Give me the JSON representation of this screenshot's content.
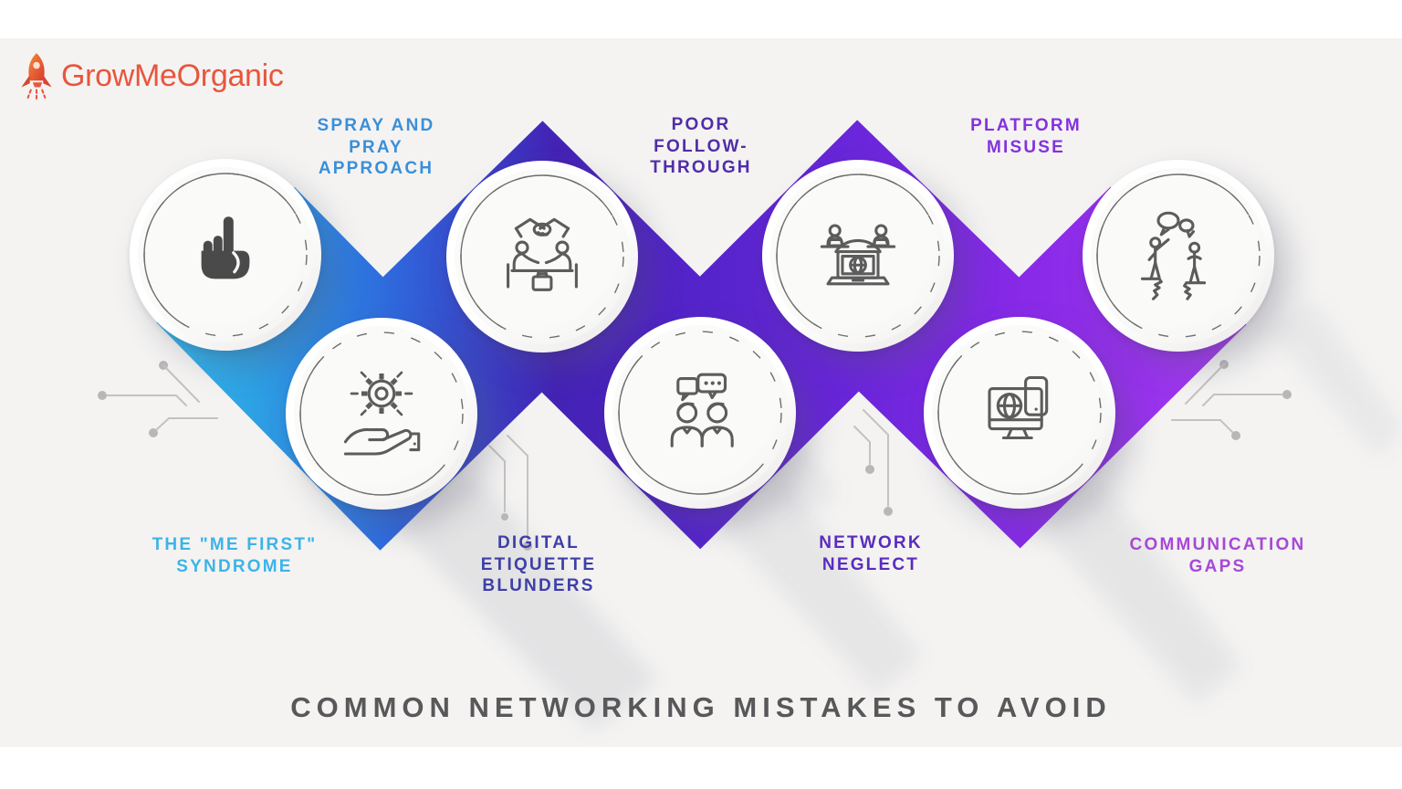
{
  "logo": {
    "text": "GrowMeOrganic",
    "color": "#e8563d",
    "icon": "rocket-icon"
  },
  "title": {
    "text": "COMMON NETWORKING MISTAKES TO AVOID",
    "color": "#58585a"
  },
  "items": [
    {
      "label": "THE \"ME FIRST\"\nSYNDROME",
      "color": "#3cb4e7",
      "icon": "pointing-finger-icon"
    },
    {
      "label": "SPRAY AND\nPRAY\nAPPROACH",
      "color": "#3a8fd8",
      "icon": "hand-presenting-gear-icon"
    },
    {
      "label": "DIGITAL\nETIQUETTE\nBLUNDERS",
      "color": "#3e3fa8",
      "icon": "meeting-handshake-icon"
    },
    {
      "label": "POOR\nFOLLOW-\nTHROUGH",
      "color": "#512da8",
      "icon": "conversation-bubbles-icon"
    },
    {
      "label": "NETWORK\nNEGLECT",
      "color": "#5a2cbe",
      "icon": "laptop-network-icon"
    },
    {
      "label": "PLATFORM\nMISUSE",
      "color": "#8432dd",
      "icon": "desktop-mobile-icon"
    },
    {
      "label": "COMMUNICATION\nGAPS",
      "color": "#a748d8",
      "icon": "cliff-gap-icon"
    }
  ],
  "colors": {
    "background": "#f4f3f2",
    "frame": "#ffffff",
    "band_stops": [
      "#35b9eb",
      "#2da2e4",
      "#2f66dc",
      "#4322b4",
      "#5524cb",
      "#6b26da",
      "#8b2ae9",
      "#a63cf0"
    ]
  }
}
